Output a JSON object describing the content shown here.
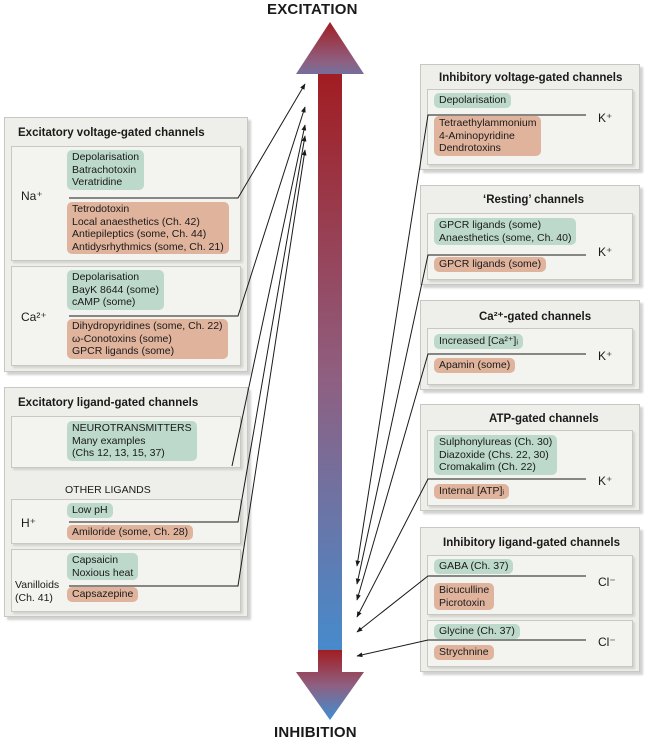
{
  "axis": {
    "top": "EXCITATION",
    "bottom": "INHIBITION"
  },
  "left": {
    "voltage_gated": {
      "title": "Excitatory voltage-gated channels",
      "na": {
        "ion": "Na⁺",
        "excite": [
          "Depolarisation",
          "Batrachotoxin",
          "Veratridine"
        ],
        "block": [
          "Tetrodotoxin",
          "Local anaesthetics (Ch. 42)",
          "Antiepileptics (some, Ch. 44)",
          "Antidysrhythmics (some, Ch. 21)"
        ]
      },
      "ca": {
        "ion": "Ca²⁺",
        "excite": [
          "Depolarisation",
          "BayK 8644 (some)",
          "cAMP (some)"
        ],
        "block": [
          "Dihydropyridines (some, Ch. 22)",
          "ω-Conotoxins (some)",
          "GPCR ligands (some)"
        ]
      }
    },
    "ligand_gated": {
      "title": "Excitatory ligand-gated channels",
      "neuro": [
        "NEUROTRANSMITTERS",
        "Many examples",
        "(Chs 12, 13, 15, 37)"
      ],
      "other_label": "OTHER LIGANDS",
      "h": {
        "ion": "H⁺",
        "excite": [
          "Low pH"
        ],
        "block": [
          "Amiloride (some, Ch. 28)"
        ]
      },
      "van": {
        "ion": [
          "Vanilloids",
          "(Ch. 41)"
        ],
        "excite": [
          "Capsaicin",
          "Noxious heat"
        ],
        "block": [
          "Capsazepine"
        ]
      }
    }
  },
  "right": {
    "voltage_inhib": {
      "title": "Inhibitory voltage-gated channels",
      "ion": "K⁺",
      "open": [
        "Depolarisation"
      ],
      "block": [
        "Tetraethylammonium",
        "4-Aminopyridine",
        "Dendrotoxins"
      ]
    },
    "resting": {
      "title": "‘Resting’ channels",
      "ion": "K⁺",
      "open": [
        "GPCR ligands (some)",
        "Anaesthetics (some, Ch. 40)"
      ],
      "block": [
        "GPCR ligands (some)"
      ]
    },
    "ca_gated": {
      "title": "Ca²⁺-gated channels",
      "ion": "K⁺",
      "open": [
        "Increased [Ca²⁺]ᵢ"
      ],
      "block": [
        "Apamin (some)"
      ]
    },
    "atp_gated": {
      "title": "ATP-gated channels",
      "ion": "K⁺",
      "open": [
        "Sulphonylureas (Ch. 30)",
        "Diazoxide (Chs. 22, 30)",
        "Cromakalim (Ch. 22)"
      ],
      "block": [
        "Internal [ATP]ᵢ"
      ]
    },
    "ligand_inhib": {
      "title": "Inhibitory ligand-gated channels",
      "gaba": {
        "ion": "Cl⁻",
        "open": [
          "GABA (Ch. 37)"
        ],
        "block": [
          "Bicuculline",
          "Picrotoxin"
        ]
      },
      "gly": {
        "ion": "Cl⁻",
        "open": [
          "Glycine (Ch. 37)"
        ],
        "block": [
          "Strychnine"
        ]
      }
    }
  },
  "colors": {
    "excite_chip": "#bcd9cb",
    "block_chip": "#e0b39d",
    "arrow_top": "#a11d22",
    "arrow_bottom": "#3f8fd4"
  }
}
